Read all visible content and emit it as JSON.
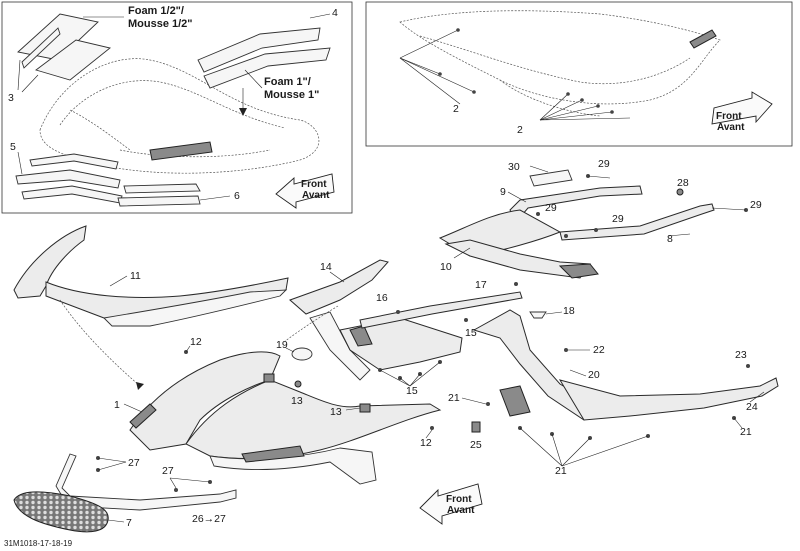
{
  "notes": {
    "foam_half": "Foam 1/2\"/\nMousse 1/2\"",
    "foam_one": "Foam 1\"/\nMousse 1\""
  },
  "front_label": {
    "line1": "Front",
    "line2": "Avant"
  },
  "labels": {
    "l3": "3",
    "l4": "4",
    "l5": "5",
    "l6": "6",
    "l2a": "2",
    "l2b": "2",
    "l30": "30",
    "l29a": "29",
    "l28": "28",
    "l9": "9",
    "l29b": "29",
    "l29c": "29",
    "l29d": "29",
    "l8": "8",
    "l10": "10",
    "l11": "11",
    "l14": "14",
    "l17": "17",
    "l16": "16",
    "l18": "18",
    "l15a": "15",
    "l15b": "15",
    "l19": "19",
    "l12a": "12",
    "l22": "22",
    "l23": "23",
    "l20": "20",
    "l24": "24",
    "l1": "1",
    "l13a": "13",
    "l13b": "13",
    "l21a": "21",
    "l21b": "21",
    "l21c": "21",
    "l12b": "12",
    "l25": "25",
    "l27a": "27",
    "l27b": "27",
    "l7": "7",
    "l26": "26→27"
  },
  "ref_code": "31M1018-17-18-19",
  "colors": {
    "line": "#2a2a2a",
    "fill": "#ececec",
    "dark_fill": "#8a8a8a"
  }
}
